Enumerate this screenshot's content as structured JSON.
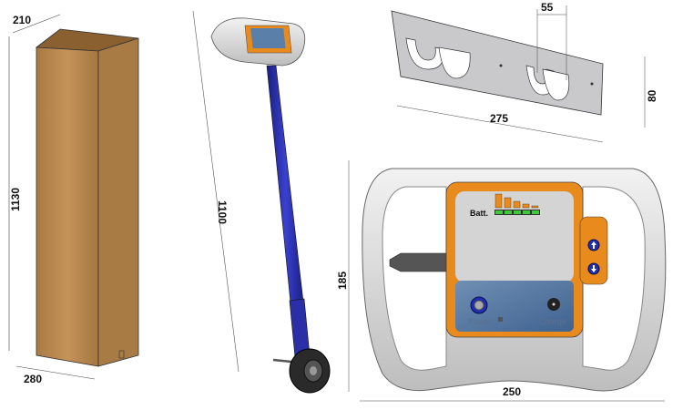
{
  "dimensions": {
    "box_depth": "210",
    "box_height": "1130",
    "box_width": "280",
    "pole_length": "1100",
    "plate_slot": "55",
    "plate_height": "80",
    "plate_width": "275",
    "controller_height": "185",
    "controller_width": "250"
  },
  "controller": {
    "battery_label": "Batt.",
    "power_label": "Power",
    "charge_label": "Charge",
    "up_icon": "arrow-up-icon",
    "down_icon": "arrow-down-icon",
    "battery_levels": 5
  },
  "colors": {
    "wood": "#b98a4e",
    "pole": "#2a2fa8",
    "orange": "#e98a1c",
    "battery_green": "#3ec93a",
    "plate": "#c9c9cc"
  }
}
